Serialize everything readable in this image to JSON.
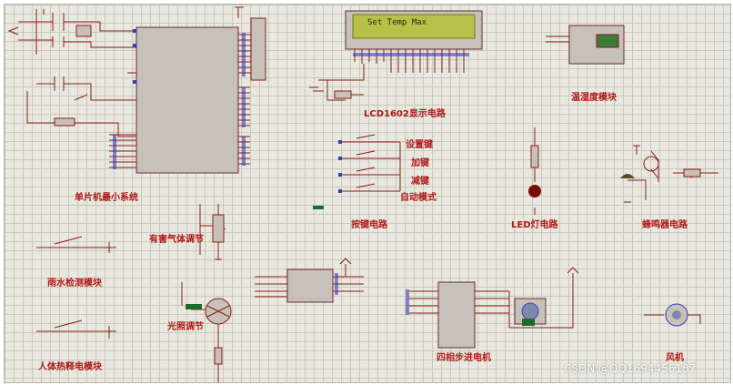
{
  "lcd": {
    "text": "Set Temp Max"
  },
  "labels": {
    "mcu": "单片机最小系统",
    "lcd": "LCD1602显示电路",
    "temp_humidity": "温湿度模块",
    "btn_set": "设置键",
    "btn_plus": "加键",
    "btn_minus": "减键",
    "btn_auto": "自动模式",
    "keys": "按键电路",
    "led": "LED灯电路",
    "buzzer": "蜂鸣器电路",
    "gas": "有害气体调节",
    "light": "光照调节",
    "rain": "雨水检测模块",
    "pir": "人体热释电模块",
    "stepper": "四相步进电机",
    "fan": "风机"
  },
  "watermark": "CSDN @QQ1694456187",
  "colors": {
    "grid_bg": "#e9e8df",
    "wire": "#8b1a1a",
    "label_red": "#b01818",
    "lcd_screen": "#b8c04a",
    "component_fill": "#c7c2b9",
    "pin_blue": "#3c3cb8",
    "led_fill": "#7a0a0a",
    "green_tag": "#1d6b2a"
  }
}
